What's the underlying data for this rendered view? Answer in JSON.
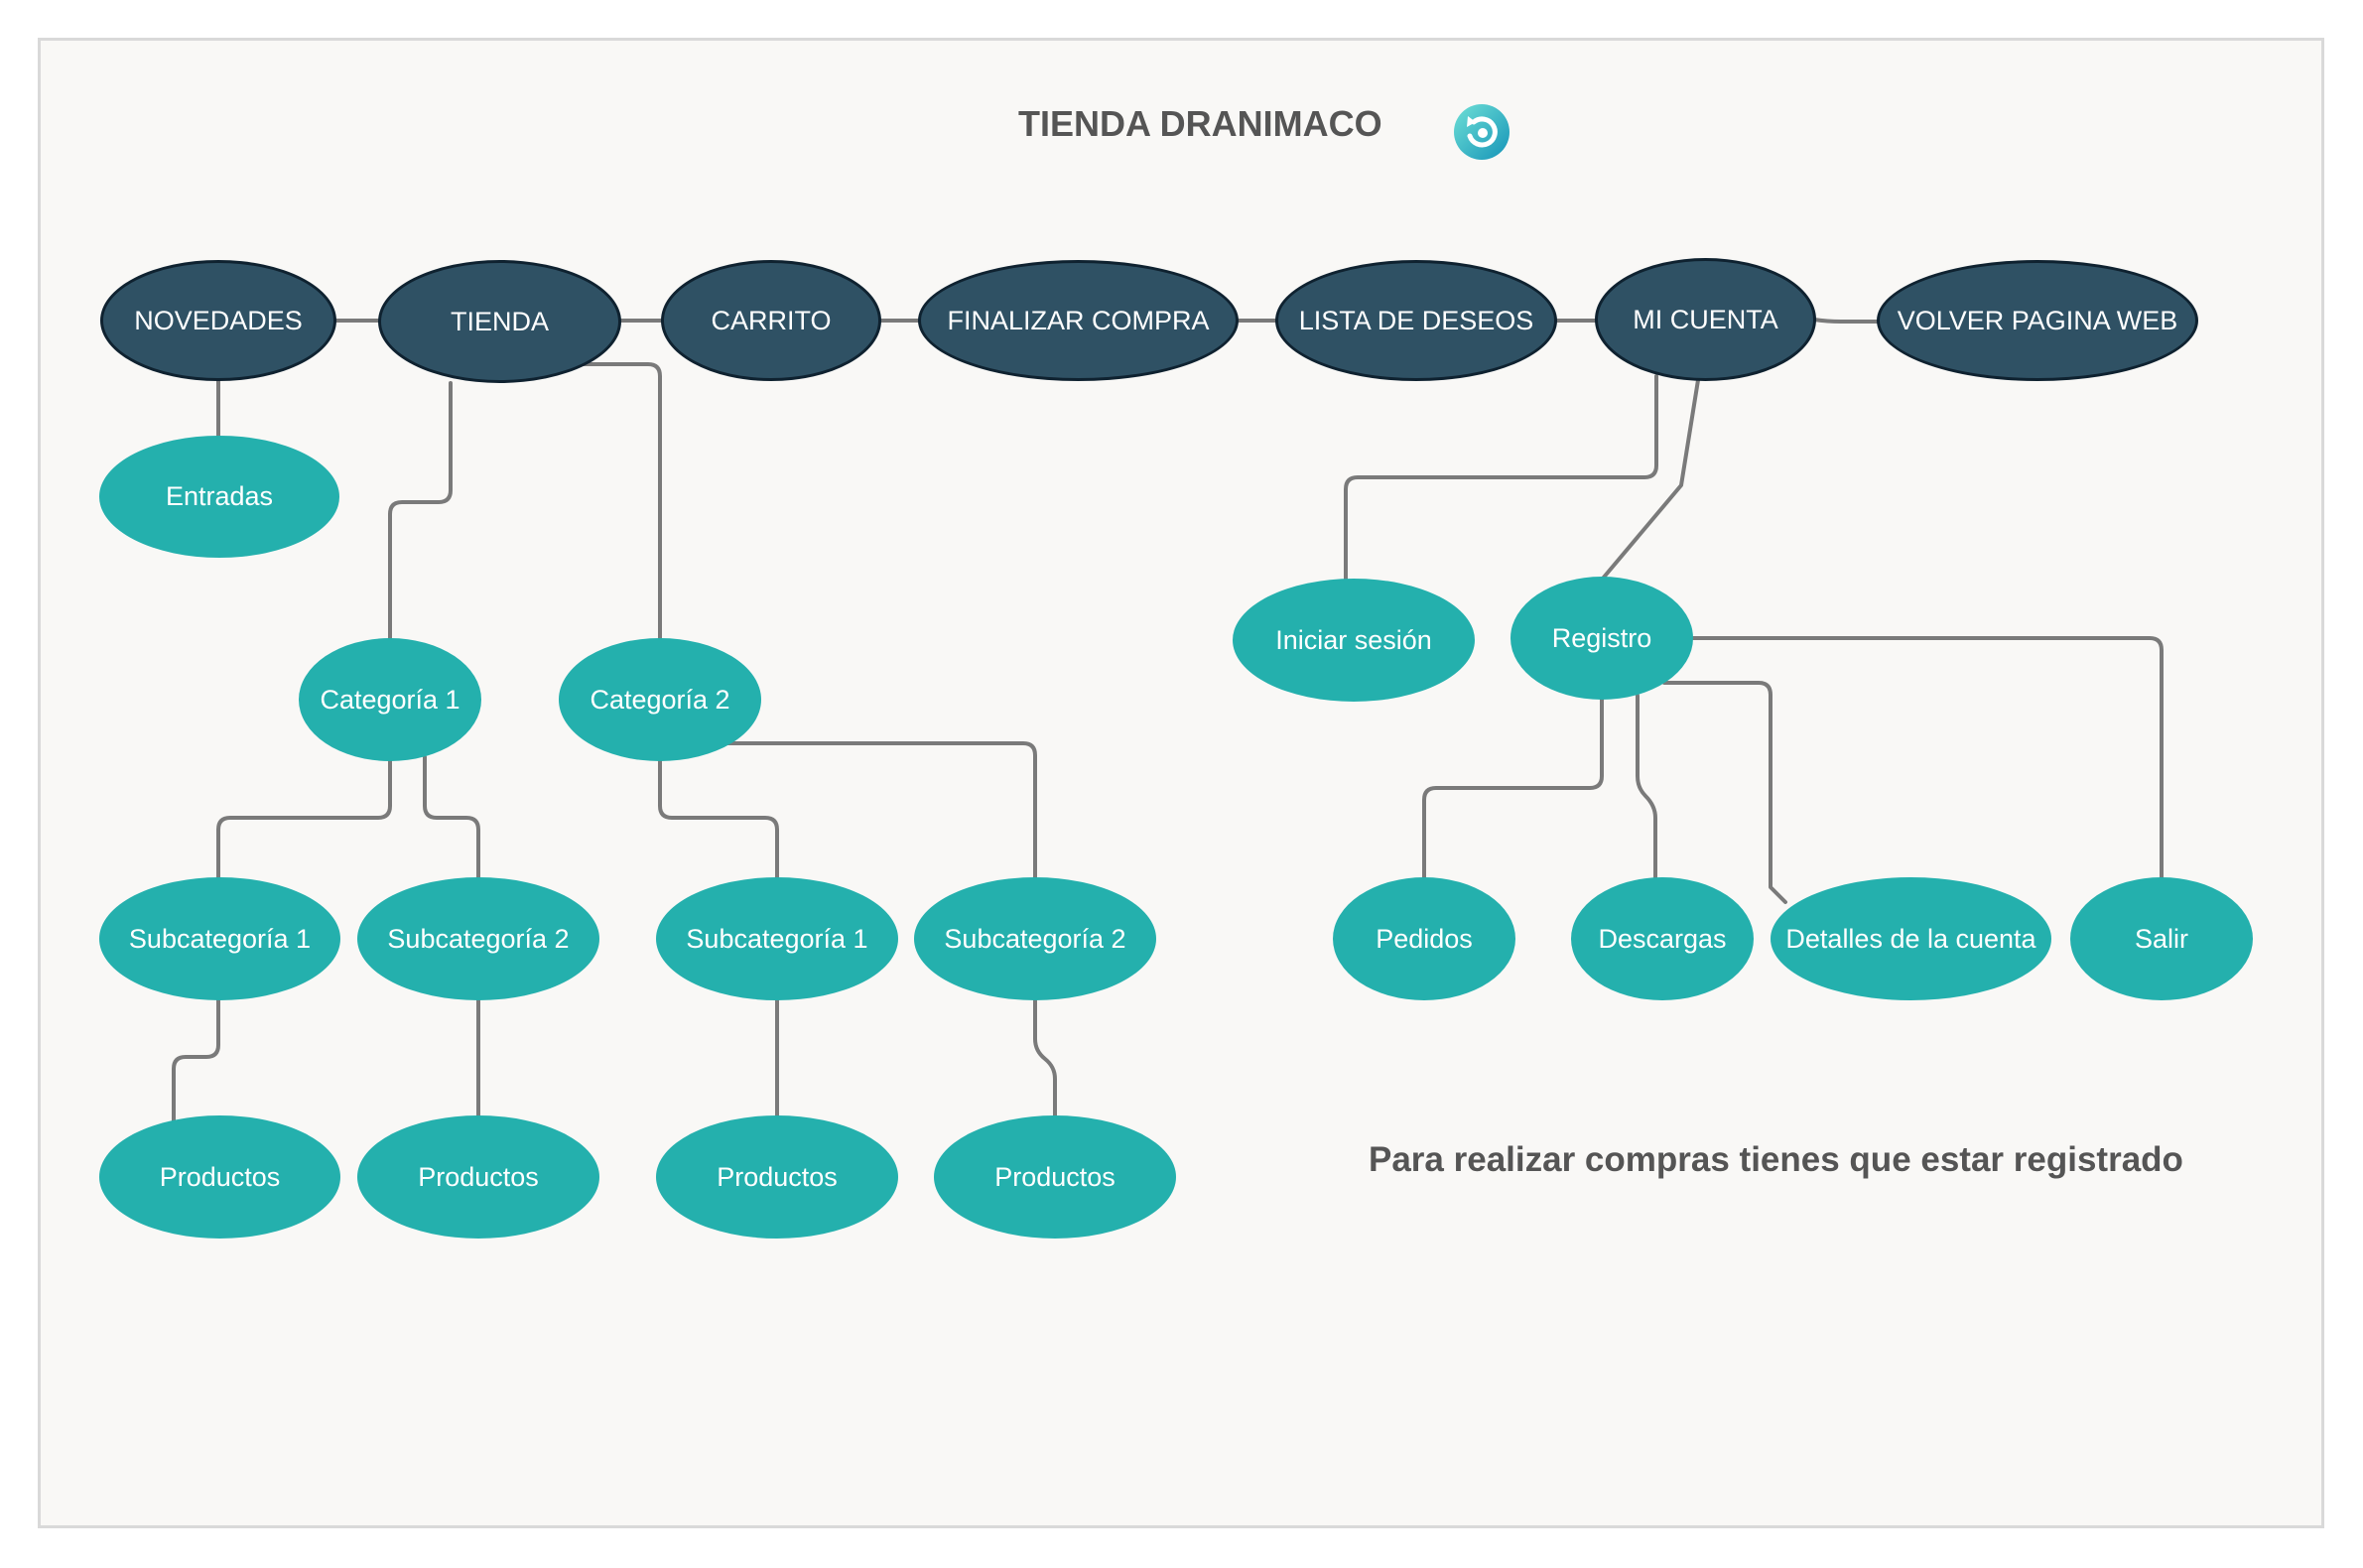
{
  "diagram": {
    "title": "TIENDA DRANIMACO",
    "logo_icon": "refresh-circle-icon",
    "note": "Para realizar compras tienes que estar registrado",
    "colors": {
      "main_node": "#2f5164",
      "main_node_border": "#0f2230",
      "sub_node": "#24b0ad",
      "connector": "#7a7a7a",
      "canvas": "#f9f8f6"
    },
    "main_menu": {
      "novedades": "NOVEDADES",
      "tienda": "TIENDA",
      "carrito": "CARRITO",
      "finalizar_compra": "FINALIZAR COMPRA",
      "lista_deseos": "LISTA DE DESEOS",
      "mi_cuenta": "MI CUENTA",
      "volver": "VOLVER PAGINA WEB"
    },
    "novedades": {
      "entradas": "Entradas"
    },
    "tienda": {
      "categoria_1": {
        "label": "Categoría 1",
        "subcategoria_1": "Subcategoría 1",
        "productos_1": "Productos",
        "subcategoria_2": "Subcategoría 2",
        "productos_2": "Productos"
      },
      "categoria_2": {
        "label": "Categoría 2",
        "subcategoria_1": "Subcategoría 1",
        "productos_1": "Productos",
        "subcategoria_2": "Subcategoría 2",
        "productos_2": "Productos"
      }
    },
    "mi_cuenta": {
      "iniciar_sesion": "Iniciar sesión",
      "registro": "Registro",
      "pedidos": "Pedidos",
      "descargas": "Descargas",
      "detalles": "Detalles de la cuenta",
      "salir": "Salir"
    }
  }
}
